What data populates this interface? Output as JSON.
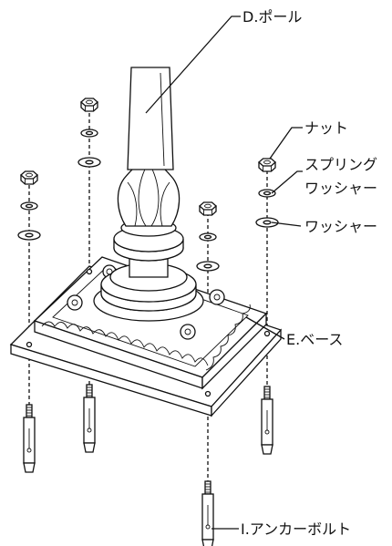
{
  "labels": {
    "pole": "D.ポール",
    "nut": "ナット",
    "spring_washer": [
      "スプリング",
      "ワッシャー"
    ],
    "washer": "ワッシャー",
    "base": "E.ベース",
    "anchor_bolt": "I.アンカーボルト"
  }
}
